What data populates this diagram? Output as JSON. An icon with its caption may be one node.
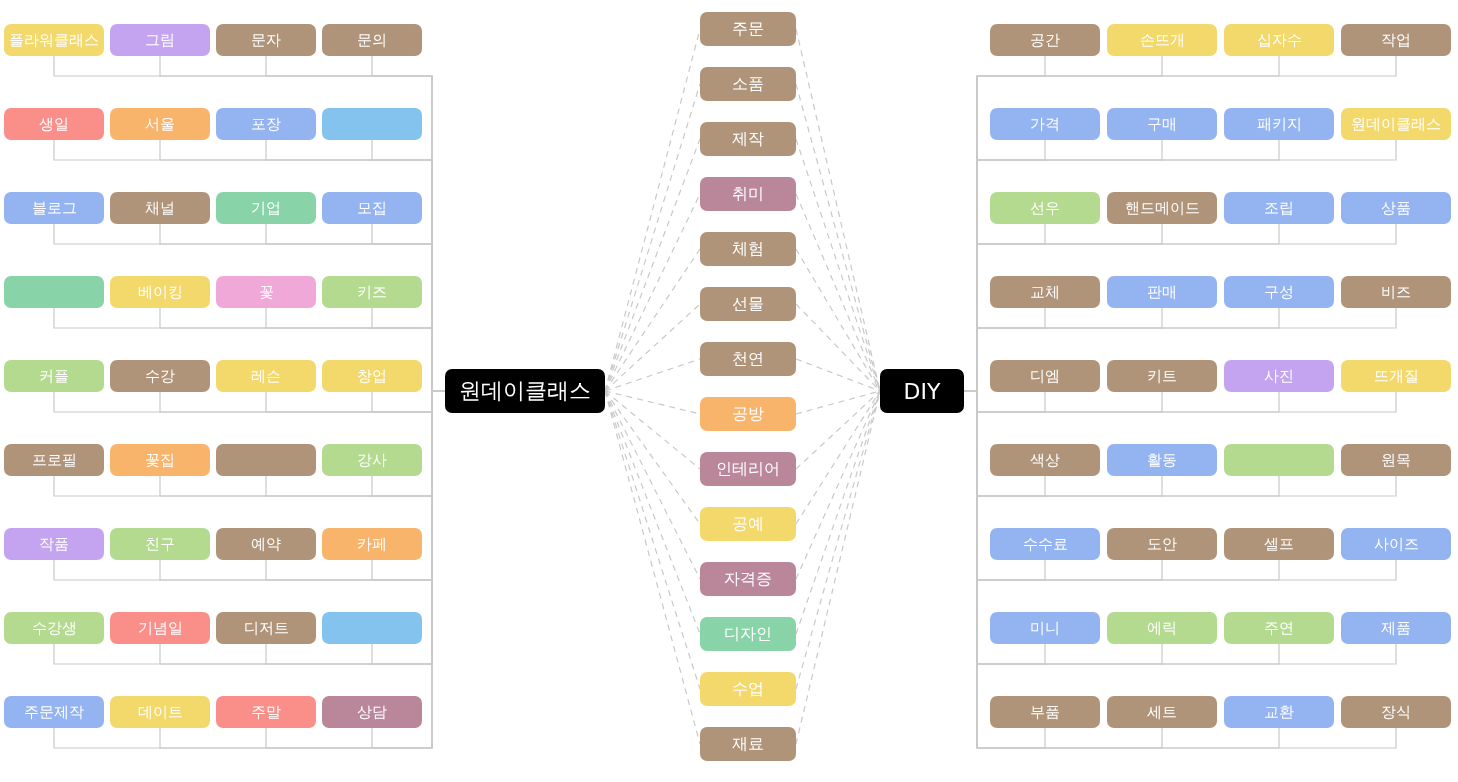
{
  "diagram": {
    "nodes": [
      {
        "text": [
          "원데이클래스"
        ]
      },
      {
        "text": [
          "플라워클래스"
        ]
      },
      {
        "text": [
          "그림"
        ]
      },
      {
        "text": [
          "문자"
        ]
      },
      {
        "text": [
          "문의"
        ]
      },
      {
        "text": [
          "생일"
        ]
      },
      {
        "text": [
          "서울"
        ]
      },
      {
        "text": [
          "포장"
        ]
      },
      {
        "text": [],
        "shape": "box"
      },
      {
        "text": [
          "블로그"
        ]
      },
      {
        "text": [
          "채널"
        ]
      },
      {
        "text": [
          "기업"
        ]
      },
      {
        "text": [
          "모집"
        ]
      },
      {
        "text": [],
        "shape": "box"
      },
      {
        "text": [
          "베이킹"
        ]
      },
      {
        "text": [
          "꽃"
        ]
      },
      {
        "text": [
          "키즈"
        ]
      },
      {
        "text": [
          "커플"
        ]
      },
      {
        "text": [
          "수강"
        ]
      },
      {
        "text": [
          "레슨"
        ]
      },
      {
        "text": [
          "창업"
        ]
      },
      {
        "text": [
          "프로필"
        ]
      },
      {
        "text": [
          "꽃집"
        ]
      },
      {
        "text": [],
        "shape": "box"
      },
      {
        "text": [
          "강사"
        ]
      },
      {
        "text": [
          "작품"
        ]
      },
      {
        "text": [
          "친구"
        ]
      },
      {
        "text": [
          "예약"
        ]
      },
      {
        "text": [
          "카페"
        ]
      },
      {
        "text": [
          "수강생"
        ]
      },
      {
        "text": [
          "기념일"
        ]
      },
      {
        "text": [
          "디저트"
        ]
      },
      {
        "text": [],
        "shape": "box"
      },
      {
        "text": [
          "주문제작"
        ]
      },
      {
        "text": [
          "데이트"
        ]
      },
      {
        "text": [
          "주말"
        ]
      },
      {
        "text": [
          "상담"
        ]
      },
      {
        "text": [
          "주문"
        ]
      },
      {
        "text": [
          "소품"
        ]
      },
      {
        "text": [
          "제작"
        ]
      },
      {
        "text": [
          "취미"
        ]
      },
      {
        "text": [
          "체험"
        ]
      },
      {
        "text": [
          "선물"
        ]
      },
      {
        "text": [
          "천연"
        ]
      },
      {
        "text": [
          "공방"
        ]
      },
      {
        "text": [
          "인테리어"
        ]
      },
      {
        "text": [
          "공예"
        ]
      },
      {
        "text": [
          "자격증"
        ]
      },
      {
        "text": [
          "디자인"
        ]
      },
      {
        "text": [
          "수업"
        ]
      },
      {
        "text": [
          "재료"
        ]
      },
      {
        "text": [
          "DIY"
        ]
      },
      {
        "text": [
          "공간"
        ]
      },
      {
        "text": [
          "손뜨개"
        ]
      },
      {
        "text": [
          "십자수"
        ]
      },
      {
        "text": [
          "작업"
        ]
      },
      {
        "text": [
          "가격"
        ]
      },
      {
        "text": [
          "구매"
        ]
      },
      {
        "text": [
          "패키지"
        ]
      },
      {
        "text": [
          "원데이클래스"
        ]
      },
      {
        "text": [
          "선우"
        ]
      },
      {
        "text": [
          "핸드메이드"
        ]
      },
      {
        "text": [
          "조립"
        ]
      },
      {
        "text": [
          "상품"
        ]
      },
      {
        "text": [
          "교체"
        ]
      },
      {
        "text": [
          "판매"
        ]
      },
      {
        "text": [
          "구성"
        ]
      },
      {
        "text": [
          "비즈"
        ]
      },
      {
        "text": [
          "디엠"
        ]
      },
      {
        "text": [
          "키트"
        ]
      },
      {
        "text": [
          "사진"
        ]
      },
      {
        "text": [
          "뜨개질"
        ]
      },
      {
        "text": [
          "색상"
        ]
      },
      {
        "text": [
          "활동"
        ]
      },
      {
        "text": [],
        "shape": "box"
      },
      {
        "text": [
          "원목"
        ]
      },
      {
        "text": [
          "수수료"
        ]
      },
      {
        "text": [
          "도안"
        ]
      },
      {
        "text": [
          "셀프"
        ]
      },
      {
        "text": [
          "사이즈"
        ]
      },
      {
        "text": [
          "미니"
        ]
      },
      {
        "text": [
          "에릭"
        ]
      },
      {
        "text": [
          "주연"
        ]
      },
      {
        "text": [
          "제품"
        ]
      },
      {
        "text": [
          "부품"
        ]
      },
      {
        "text": [
          "세트"
        ]
      },
      {
        "text": [
          "교환"
        ]
      },
      {
        "text": [
          "장식"
        ]
      }
    ],
    "edges": [
      {
        "from": 1,
        "to": 0,
        "arrow": "none"
      },
      {
        "from": 2,
        "to": 0,
        "arrow": "none"
      },
      {
        "from": 3,
        "to": 0,
        "arrow": "none"
      },
      {
        "from": 4,
        "to": 0,
        "arrow": "none"
      },
      {
        "from": 5,
        "to": 0,
        "arrow": "none"
      },
      {
        "from": 6,
        "to": 0,
        "arrow": "none"
      },
      {
        "from": 7,
        "to": 0,
        "arrow": "none"
      },
      {
        "from": 8,
        "to": 0,
        "arrow": "none"
      },
      {
        "from": 9,
        "to": 0,
        "arrow": "none"
      },
      {
        "from": 10,
        "to": 0,
        "arrow": "none"
      },
      {
        "from": 11,
        "to": 0,
        "arrow": "none"
      },
      {
        "from": 12,
        "to": 0,
        "arrow": "none"
      },
      {
        "from": 13,
        "to": 0,
        "arrow": "none"
      },
      {
        "from": 14,
        "to": 0,
        "arrow": "none"
      },
      {
        "from": 15,
        "to": 0,
        "arrow": "none"
      },
      {
        "from": 16,
        "to": 0,
        "arrow": "none"
      },
      {
        "from": 17,
        "to": 0,
        "arrow": "none"
      },
      {
        "from": 18,
        "to": 0,
        "arrow": "none"
      },
      {
        "from": 19,
        "to": 0,
        "arrow": "none"
      },
      {
        "from": 20,
        "to": 0,
        "arrow": "none"
      },
      {
        "from": 21,
        "to": 0,
        "arrow": "none"
      },
      {
        "from": 22,
        "to": 0,
        "arrow": "none"
      },
      {
        "from": 23,
        "to": 0,
        "arrow": "none"
      },
      {
        "from": 24,
        "to": 0,
        "arrow": "none"
      },
      {
        "from": 25,
        "to": 0,
        "arrow": "none"
      },
      {
        "from": 26,
        "to": 0,
        "arrow": "none"
      },
      {
        "from": 27,
        "to": 0,
        "arrow": "none"
      },
      {
        "from": 28,
        "to": 0,
        "arrow": "none"
      },
      {
        "from": 29,
        "to": 0,
        "arrow": "none"
      },
      {
        "from": 30,
        "to": 0,
        "arrow": "none"
      },
      {
        "from": 31,
        "to": 0,
        "arrow": "none"
      },
      {
        "from": 32,
        "to": 0,
        "arrow": "none"
      },
      {
        "from": 33,
        "to": 0,
        "arrow": "none"
      },
      {
        "from": 34,
        "to": 0,
        "arrow": "none"
      },
      {
        "from": 35,
        "to": 0,
        "arrow": "none"
      },
      {
        "from": 36,
        "to": 0,
        "arrow": "none"
      },
      {
        "from": 0,
        "to": 37,
        "arrow": "none",
        "style": "dashed"
      },
      {
        "from": 37,
        "to": 51,
        "arrow": "none",
        "style": "dashed"
      },
      {
        "from": 0,
        "to": 38,
        "arrow": "none",
        "style": "dashed"
      },
      {
        "from": 38,
        "to": 51,
        "arrow": "none",
        "style": "dashed"
      },
      {
        "from": 0,
        "to": 39,
        "arrow": "none",
        "style": "dashed"
      },
      {
        "from": 39,
        "to": 51,
        "arrow": "none",
        "style": "dashed"
      },
      {
        "from": 0,
        "to": 40,
        "arrow": "none",
        "style": "dashed"
      },
      {
        "from": 40,
        "to": 51,
        "arrow": "none",
        "style": "dashed"
      },
      {
        "from": 0,
        "to": 41,
        "arrow": "none",
        "style": "dashed"
      },
      {
        "from": 41,
        "to": 51,
        "arrow": "none",
        "style": "dashed"
      },
      {
        "from": 0,
        "to": 42,
        "arrow": "none",
        "style": "dashed"
      },
      {
        "from": 42,
        "to": 51,
        "arrow": "none",
        "style": "dashed"
      },
      {
        "from": 0,
        "to": 43,
        "arrow": "none",
        "style": "dashed"
      },
      {
        "from": 43,
        "to": 51,
        "arrow": "none",
        "style": "dashed"
      },
      {
        "from": 0,
        "to": 44,
        "arrow": "none",
        "style": "dashed"
      },
      {
        "from": 44,
        "to": 51,
        "arrow": "none",
        "style": "dashed"
      },
      {
        "from": 0,
        "to": 45,
        "arrow": "none",
        "style": "dashed"
      },
      {
        "from": 45,
        "to": 51,
        "arrow": "none",
        "style": "dashed"
      },
      {
        "from": 0,
        "to": 46,
        "arrow": "none",
        "style": "dashed"
      },
      {
        "from": 46,
        "to": 51,
        "arrow": "none",
        "style": "dashed"
      },
      {
        "from": 0,
        "to": 47,
        "arrow": "none",
        "style": "dashed"
      },
      {
        "from": 47,
        "to": 51,
        "arrow": "none",
        "style": "dashed"
      },
      {
        "from": 0,
        "to": 48,
        "arrow": "none",
        "style": "dashed"
      },
      {
        "from": 48,
        "to": 51,
        "arrow": "none",
        "style": "dashed"
      },
      {
        "from": 0,
        "to": 49,
        "arrow": "none",
        "style": "dashed"
      },
      {
        "from": 49,
        "to": 51,
        "arrow": "none",
        "style": "dashed"
      },
      {
        "from": 0,
        "to": 50,
        "arrow": "none",
        "style": "dashed"
      },
      {
        "from": 50,
        "to": 51,
        "arrow": "none",
        "style": "dashed"
      },
      {
        "from": 51,
        "to": 52,
        "arrow": "none"
      },
      {
        "from": 51,
        "to": 53,
        "arrow": "none"
      },
      {
        "from": 51,
        "to": 54,
        "arrow": "none"
      },
      {
        "from": 51,
        "to": 55,
        "arrow": "none"
      },
      {
        "from": 51,
        "to": 56,
        "arrow": "none"
      },
      {
        "from": 51,
        "to": 57,
        "arrow": "none"
      },
      {
        "from": 51,
        "to": 58,
        "arrow": "none"
      },
      {
        "from": 51,
        "to": 59,
        "arrow": "none"
      },
      {
        "from": 51,
        "to": 60,
        "arrow": "none"
      },
      {
        "from": 51,
        "to": 61,
        "arrow": "none"
      },
      {
        "from": 51,
        "to": 62,
        "arrow": "none"
      },
      {
        "from": 51,
        "to": 63,
        "arrow": "none"
      },
      {
        "from": 51,
        "to": 64,
        "arrow": "none"
      },
      {
        "from": 51,
        "to": 65,
        "arrow": "none"
      },
      {
        "from": 51,
        "to": 66,
        "arrow": "none"
      },
      {
        "from": 51,
        "to": 67,
        "arrow": "none"
      },
      {
        "from": 51,
        "to": 68,
        "arrow": "none"
      },
      {
        "from": 51,
        "to": 69,
        "arrow": "none"
      },
      {
        "from": 51,
        "to": 70,
        "arrow": "none"
      },
      {
        "from": 51,
        "to": 71,
        "arrow": "none"
      },
      {
        "from": 51,
        "to": 72,
        "arrow": "none"
      },
      {
        "from": 51,
        "to": 73,
        "arrow": "none"
      },
      {
        "from": 51,
        "to": 74,
        "arrow": "none"
      },
      {
        "from": 51,
        "to": 75,
        "arrow": "none"
      },
      {
        "from": 51,
        "to": 76,
        "arrow": "none"
      },
      {
        "from": 51,
        "to": 77,
        "arrow": "none"
      },
      {
        "from": 51,
        "to": 78,
        "arrow": "none"
      },
      {
        "from": 51,
        "to": 79,
        "arrow": "none"
      },
      {
        "from": 51,
        "to": 80,
        "arrow": "none"
      },
      {
        "from": 51,
        "to": 81,
        "arrow": "none"
      },
      {
        "from": 51,
        "to": 82,
        "arrow": "none"
      },
      {
        "from": 51,
        "to": 83,
        "arrow": "none"
      },
      {
        "from": 51,
        "to": 84,
        "arrow": "none"
      },
      {
        "from": 51,
        "to": 85,
        "arrow": "none"
      },
      {
        "from": 51,
        "to": 86,
        "arrow": "none"
      },
      {
        "from": 51,
        "to": 87,
        "arrow": "none"
      }
    ]
  }
}
